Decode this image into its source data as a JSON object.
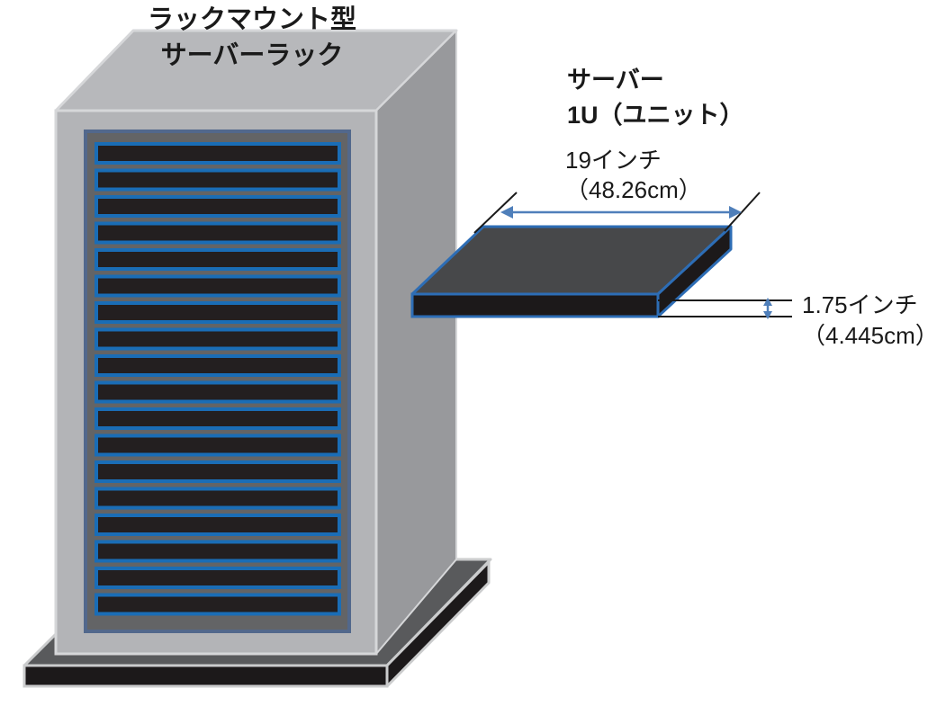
{
  "labels": {
    "rack_title": [
      "ラックマウント型",
      "サーバーラック"
    ],
    "server_title": [
      "サーバー",
      "1U（ユニット）"
    ],
    "width_dim": [
      "19インチ",
      "（48.26cm）"
    ],
    "height_dim": [
      "1.75インチ",
      "（4.445cm）"
    ]
  },
  "rack": {
    "units": 18
  },
  "icons": {
    "width_dimension": "double-headed-horizontal-arrow",
    "height_dimension": "double-headed-vertical-arrow"
  },
  "colors": {
    "background": "#ffffff",
    "text": "#1a1a1a",
    "rack_top": "#b7b8bb",
    "rack_front": "#b3b4b7",
    "rack_side": "#98999c",
    "rack_edge": "#d6d7d9",
    "panel_fill": "#636466",
    "panel_border": "#52688c",
    "slot_fill": "#231f20",
    "slot_border": "#1a6db6",
    "base_top": "#595a5c",
    "base_dark": "#1c191a",
    "base_edge": "#cbcccd",
    "slab_top": "#47484a",
    "slab_dark": "#1c191a",
    "slab_border": "#2d6db5",
    "dim_arrow": "#4f7fba",
    "ext_line": "#1a1a1a"
  }
}
